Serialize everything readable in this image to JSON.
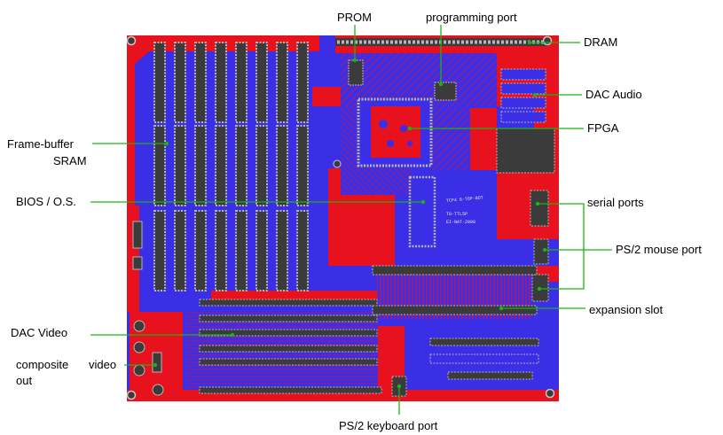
{
  "diagram": {
    "labels": {
      "prom": "PROM",
      "programming_port": "programming port",
      "dram": "DRAM",
      "dac_audio": "DAC Audio",
      "fpga": "FPGA",
      "frame_buffer_line1": "Frame-buffer",
      "frame_buffer_line2": "SRAM",
      "bios_os": "BIOS / O.S.",
      "serial_ports": "serial ports",
      "ps2_mouse": "PS/2 mouse port",
      "expansion_slot": "expansion slot",
      "dac_video": "DAC Video",
      "composite_line1_a": "composite",
      "composite_line1_b": "video",
      "composite_line2": "out",
      "ps2_keyboard": "PS/2 keyboard port"
    },
    "silkscreen": [
      "TCP4 8-TOP-BOT",
      "T8-TTL5P",
      "EI-NAT-2008"
    ],
    "colors": {
      "board_red": "#e8121e",
      "board_blue": "#3a2ee6",
      "pad_gray": "#b6b6b6",
      "pad_dark": "#3b3b3b",
      "pointer_green": "#1db312",
      "label_black": "#000000"
    }
  }
}
